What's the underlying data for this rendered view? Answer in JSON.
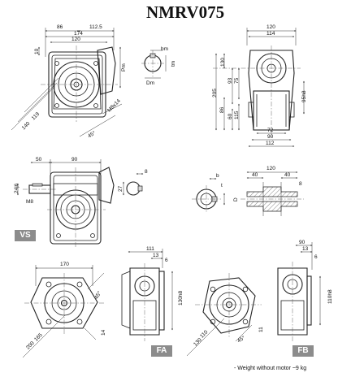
{
  "title": "NMRV075",
  "badges": {
    "vs": "VS",
    "fa": "FA",
    "fb": "FB"
  },
  "note": "- Weight without motor ~9 kg",
  "dims": {
    "top_left": [
      "86",
      "112.5",
      "174",
      "120",
      "10",
      "Pm",
      "119",
      "140",
      "45°",
      "M8x14"
    ],
    "shaft_detail": [
      "bm",
      "tm",
      "Dm"
    ],
    "top_right": [
      "120",
      "114",
      "205",
      "130",
      "93",
      "75",
      "86",
      "60",
      "115",
      "95h8",
      "72",
      "90",
      "112"
    ],
    "vs": [
      "50",
      "90",
      "27",
      "8",
      "M8",
      "24j6"
    ],
    "hollow": [
      "b",
      "t",
      "D"
    ],
    "hollow_shaft": [
      "120",
      "40",
      "40",
      "8"
    ],
    "fa_front": [
      "170",
      "45°",
      "14",
      "165",
      "200"
    ],
    "fa_side": [
      "111",
      "13",
      "6",
      "130h8"
    ],
    "fb_front": [
      "110",
      "130",
      "45°",
      "11"
    ],
    "fb_side": [
      "90",
      "13",
      "6",
      "110h8"
    ]
  }
}
